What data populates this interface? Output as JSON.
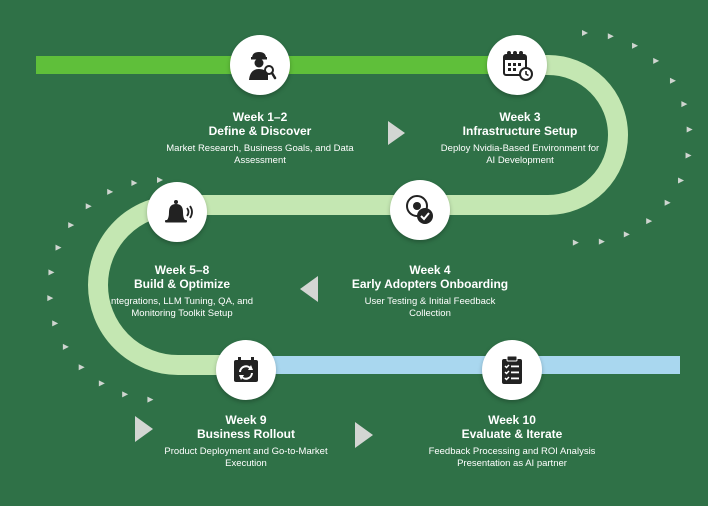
{
  "colors": {
    "background": "#2f7147",
    "top_bar": "#5fbf3a",
    "path": "#c4e7b2",
    "bottom_bar": "#a9d7ef",
    "arrow": "#d3d6d3",
    "dots": "#cfd5d0"
  },
  "steps": [
    {
      "week": "Week 1–2",
      "title": "Define & Discover",
      "desc_l1": "Market Research, Business Goals, and Data",
      "desc_l2": "Assessment",
      "icon": "researcher-magnifier-icon"
    },
    {
      "week": "Week 3",
      "title": "Infrastructure Setup",
      "desc_l1": "Deploy Nvidia-Based Environment for",
      "desc_l2": "AI Development",
      "icon": "calendar-gears-icon"
    },
    {
      "week": "Week 4",
      "title": "Early Adopters Onboarding",
      "desc_l1": "User Testing & Initial Feedback",
      "desc_l2": "Collection",
      "icon": "feedback-check-icon"
    },
    {
      "week": "Week 5–8",
      "title": "Build & Optimize",
      "desc_l1": "ntegrations, LLM Tuning, QA, and",
      "desc_l2": "Monitoring Toolkit Setup",
      "icon": "bell-ringing-icon"
    },
    {
      "week": "Week 9",
      "title": "Business Rollout",
      "desc_l1": "Product Deployment and Go-to-Market",
      "desc_l2": "Execution",
      "icon": "calendar-refresh-icon"
    },
    {
      "week": "Week 10",
      "title": "Evaluate & Iterate",
      "desc_l1": "Feedback Processing and ROI Analysis",
      "desc_l2": "Presentation as AI partner",
      "icon": "clipboard-checklist-icon"
    }
  ]
}
